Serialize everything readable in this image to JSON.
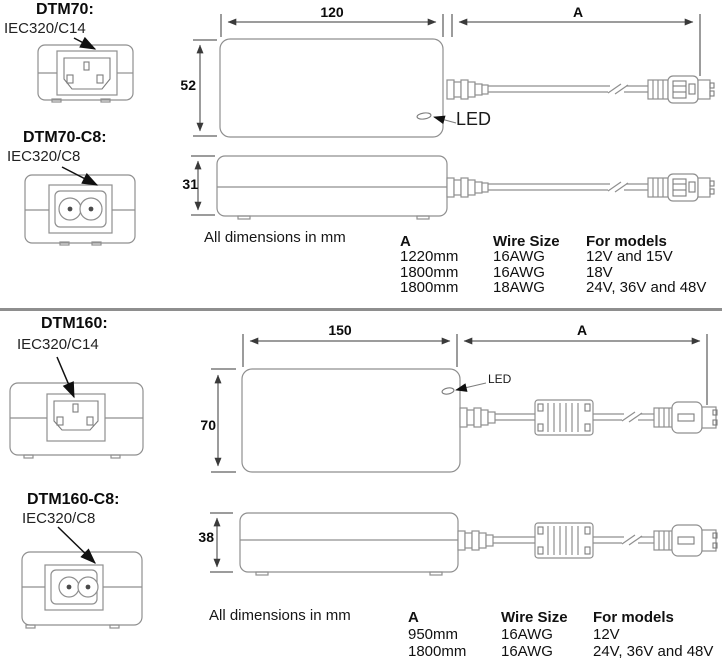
{
  "sections": [
    {
      "title_c14": "DTM70:",
      "connector_c14": "IEC320/C14",
      "title_c8": "DTM70-C8:",
      "connector_c8": "IEC320/C8",
      "dim_width": "120",
      "dim_cable": "A",
      "dim_height_top": "52",
      "dim_height_side": "31",
      "led": "LED",
      "note": "All dimensions in mm",
      "table": {
        "headers": [
          "A",
          "Wire Size",
          "For models"
        ],
        "rows": [
          [
            "1220mm",
            "16AWG",
            "12V and 15V"
          ],
          [
            "1800mm",
            "16AWG",
            "18V"
          ],
          [
            "1800mm",
            "18AWG",
            "24V, 36V and 48V"
          ]
        ]
      }
    },
    {
      "title_c14": "DTM160:",
      "connector_c14": "IEC320/C14",
      "title_c8": "DTM160-C8:",
      "connector_c8": "IEC320/C8",
      "dim_width": "150",
      "dim_cable": "A",
      "dim_height_top": "70",
      "dim_height_side": "38",
      "led": "LED",
      "note": "All dimensions in mm",
      "table": {
        "headers": [
          "A",
          "Wire Size",
          "For models"
        ],
        "rows": [
          [
            "950mm",
            "16AWG",
            "12V"
          ],
          [
            "1800mm",
            "16AWG",
            "24V, 36V and 48V"
          ]
        ]
      }
    }
  ]
}
